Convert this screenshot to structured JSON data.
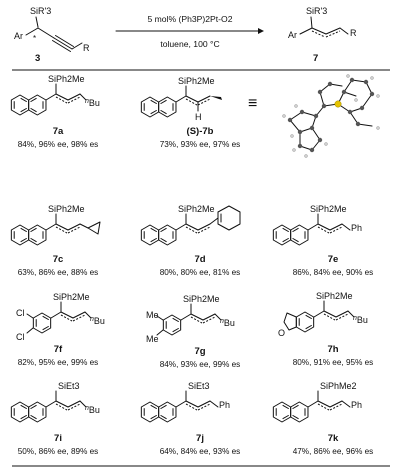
{
  "reaction": {
    "sm_silyl": "SiR'3",
    "sm_aryl": "Ar",
    "sm_r": "R",
    "sm_label": "3",
    "conditions_top": "5 mol% (Ph3P)2Pt-O2",
    "conditions_bottom": "toluene, 100 °C",
    "product_silyl": "SiR'3",
    "product_aryl": "Ar",
    "product_r": "R",
    "product_label": "7"
  },
  "xray": {
    "equiv_symbol": "≡"
  },
  "compounds": [
    {
      "id": "7a",
      "silyl": "SiPh2Me",
      "r": "nBu",
      "result": "84%, 96% ee, 98% es"
    },
    {
      "id": "(S)-7b",
      "silyl": "SiPh2Me",
      "r": "Me",
      "h_label": "H",
      "result": "73%, 93% ee, 97% es"
    },
    {
      "id": "7c",
      "silyl": "SiPh2Me",
      "r": "cyclopropyl",
      "result": "63%, 86% ee, 88% es"
    },
    {
      "id": "7d",
      "silyl": "SiPh2Me",
      "r": "cyclohexenyl",
      "result": "80%, 80% ee, 81% es"
    },
    {
      "id": "7e",
      "silyl": "SiPh2Me",
      "r": "Ph",
      "result": "86%, 84% ee, 90% es"
    },
    {
      "id": "7f",
      "silyl": "SiPh2Me",
      "r": "nBu",
      "subst": "Cl",
      "result": "82%, 95% ee, 99% es"
    },
    {
      "id": "7g",
      "silyl": "SiPh2Me",
      "r": "nBu",
      "subst": "Me",
      "result": "84%, 93% ee, 99% es"
    },
    {
      "id": "7h",
      "silyl": "SiPh2Me",
      "r": "nBu",
      "subst": "O",
      "result": "80%, 91% ee, 95% es"
    },
    {
      "id": "7i",
      "silyl": "SiEt3",
      "r": "nBu",
      "result": "50%, 86% ee, 89% es"
    },
    {
      "id": "7j",
      "silyl": "SiEt3",
      "r": "Ph",
      "result": "64%, 84% ee, 93% es"
    },
    {
      "id": "7k",
      "silyl": "SiPhMe2",
      "r": "Ph",
      "result": "47%, 86% ee, 96% es"
    }
  ]
}
